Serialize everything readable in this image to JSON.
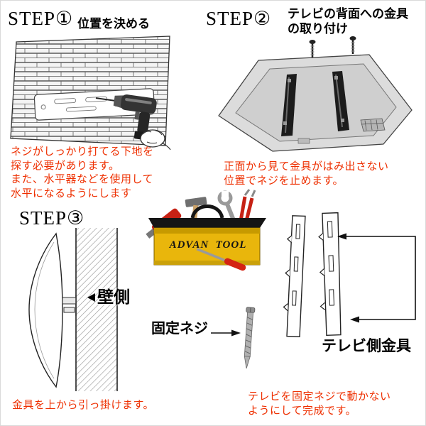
{
  "colors": {
    "accent_red": "#ee2f00",
    "toolbox_yellow": "#e9b60c",
    "ink": "#111111"
  },
  "step1": {
    "title": "STEP①",
    "heading": "位置を決める",
    "note": "ネジがしっかり打てる下地を\n探す必要があります。\nまた、水平器などを使用して\n水平になるようにします"
  },
  "step2": {
    "title": "STEP②",
    "heading": "テレビの背面への金具\nの取り付け",
    "note": "正面から見て金具がはみ出さない\n位置でネジを止めます。"
  },
  "step3": {
    "title": "STEP③",
    "wall_label": "壁側",
    "note": "金具を上から引っ掛けます。"
  },
  "final_step": {
    "fixing_screw_label": "固定ネジ",
    "tv_bracket_label": "テレビ側金具",
    "note": "テレビを固定ネジで動かない\nようにして完成です。"
  },
  "toolbox": {
    "brand": "ADVAN  TOOL"
  }
}
